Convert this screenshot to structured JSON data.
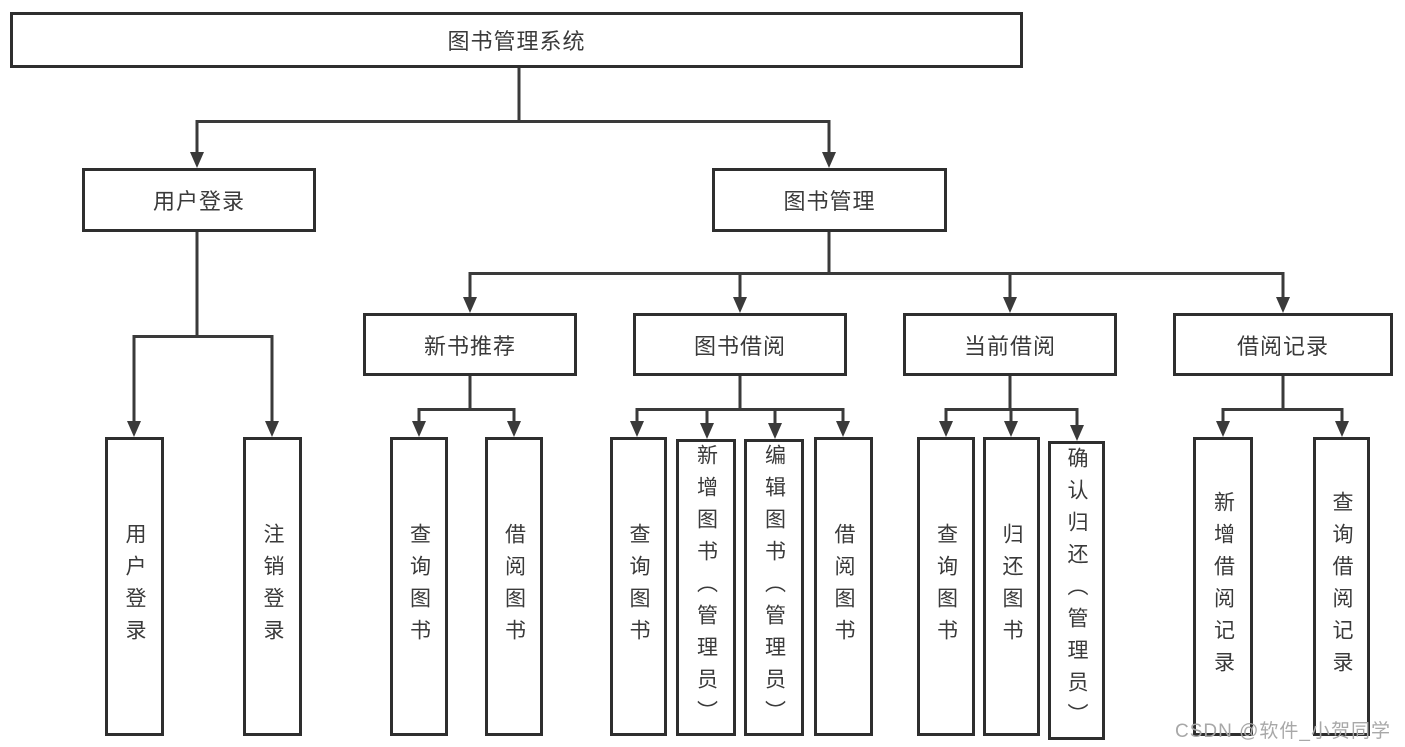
{
  "diagram": {
    "root": {
      "label": "图书管理系统"
    },
    "branches": [
      {
        "label": "用户登录",
        "leaves": [
          {
            "label": "用户登录"
          },
          {
            "label": "注销登录"
          }
        ]
      },
      {
        "label": "图书管理",
        "groups": [
          {
            "label": "新书推荐",
            "leaves": [
              {
                "label": "查询图书"
              },
              {
                "label": "借阅图书"
              }
            ]
          },
          {
            "label": "图书借阅",
            "leaves": [
              {
                "label": "查询图书"
              },
              {
                "label": "新增图书（管理员）"
              },
              {
                "label": "编辑图书（管理员）"
              },
              {
                "label": "借阅图书"
              }
            ]
          },
          {
            "label": "当前借阅",
            "leaves": [
              {
                "label": "查询图书"
              },
              {
                "label": "归还图书"
              },
              {
                "label": "确认归还（管理员）"
              }
            ]
          },
          {
            "label": "借阅记录",
            "leaves": [
              {
                "label": "新增借阅记录"
              },
              {
                "label": "查询借阅记录"
              }
            ]
          }
        ]
      }
    ]
  },
  "watermark": {
    "text": "CSDN @软件_小贺同学"
  },
  "colors": {
    "line": "#3a3a3a",
    "border": "#2e2e2e",
    "text": "#3a3a3a",
    "watermark": "#a8a8a8",
    "background": "#ffffff"
  }
}
